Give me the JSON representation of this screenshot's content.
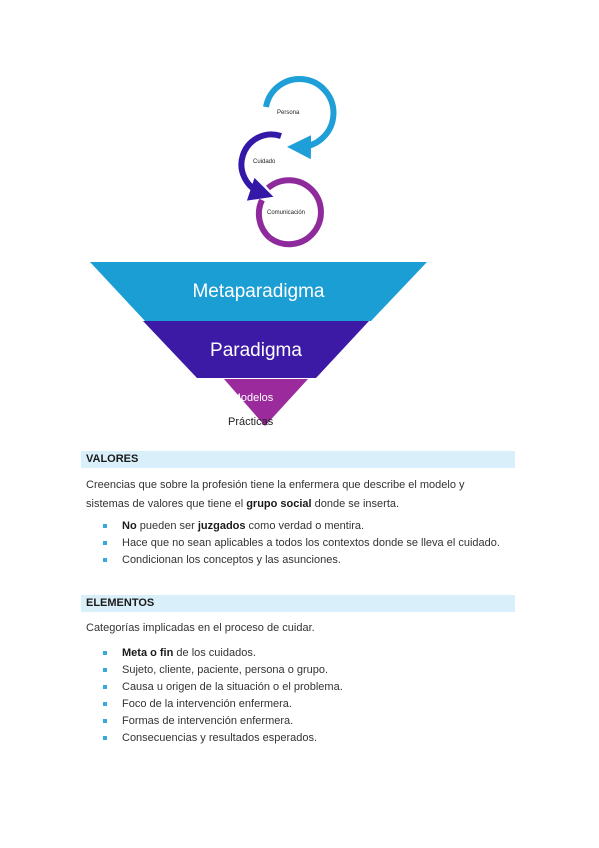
{
  "cycle": {
    "labels": [
      "Persona",
      "Cuidado",
      "Comunicación"
    ],
    "colors": [
      "#1e9fd8",
      "#3418a8",
      "#8f2a9c"
    ]
  },
  "pyramid": {
    "levels": [
      "Metaparadigma",
      "Paradigma",
      "Modelos"
    ],
    "bottom_label": "Prácticas",
    "colors": [
      "#1b9ed3",
      "#3c1aa5",
      "#9b2a9c"
    ]
  },
  "valores": {
    "title": "VALORES",
    "intro": {
      "before": "Creencias que sobre la profesión tiene la enfermera que describe el modelo y sistemas de valores que tiene el ",
      "bold": "grupo social",
      "after": " donde se inserta."
    },
    "item1": {
      "b1": "No",
      "t1": " pueden ser ",
      "b2": "juzgados",
      "t2": " como verdad o mentira."
    },
    "item2": "Hace que no sean aplicables a todos los contextos donde se lleva el cuidado.",
    "item3": "Condicionan los conceptos y las asunciones."
  },
  "elementos": {
    "title": "ELEMENTOS",
    "intro": "Categorías implicadas en el proceso de cuidar.",
    "item1": {
      "bold": "Meta o fin",
      "rest": " de los cuidados."
    },
    "item2": "Sujeto, cliente, paciente, persona o grupo.",
    "item3": "Causa u origen de la situación o el problema.",
    "item4": "Foco de la intervención enfermera.",
    "item5": "Formas de intervención enfermera.",
    "item6": "Consecuencias y resultados esperados."
  }
}
